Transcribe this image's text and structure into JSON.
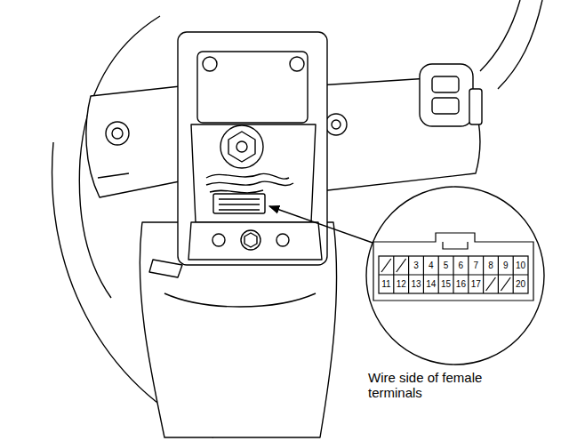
{
  "diagram": {
    "labels": [
      "3",
      "4",
      "5",
      "6",
      "7",
      "8",
      "9",
      "10",
      "11",
      "12",
      "13",
      "14",
      "15",
      "16",
      "17",
      "20",
      "Wire side of female terminals"
    ]
  }
}
